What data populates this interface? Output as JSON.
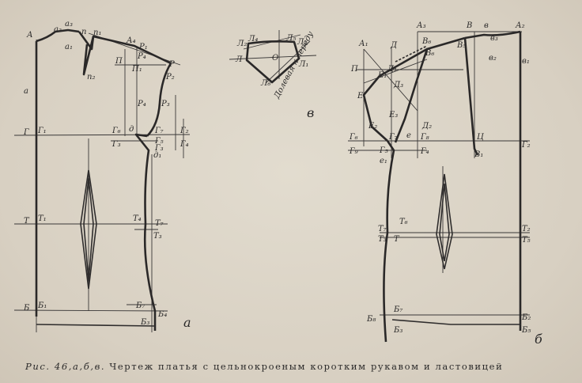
{
  "caption": {
    "prefix": "Рис. 46,а,б,в.",
    "text": "Чертеж платья с цельнокроеным коротким рукавом и ластовицей"
  },
  "panel_letters": {
    "a": "а",
    "b": "б",
    "v": "в"
  },
  "labels_a": {
    "A": "А",
    "a2": "а₂",
    "a3": "а₃",
    "n": "п",
    "n1": "п₁",
    "a1": "а₁",
    "n2": "п₂",
    "A4": "А₄",
    "P1": "Р₁",
    "P4top": "Р₄",
    "P": "Р",
    "P2": "Р₂",
    "Pi": "П",
    "Pi1": "П₁",
    "a": "а",
    "P4": "Р₄",
    "P3": "Р₃",
    "G": "Г",
    "G1": "Г₁",
    "G6": "Г₆",
    "d": "д",
    "G7": "Г₇",
    "G2": "Г₂",
    "G3": "Г₃",
    "G5": "Г₅",
    "G4": "Г₄",
    "G3b": "Г₃",
    "d1": "д₁",
    "T": "Т",
    "T1": "Т₁",
    "T4": "Т₄",
    "T7": "Т₇",
    "T3": "Т₃",
    "B": "Б",
    "B1": "Б₁",
    "B7": "Б₇",
    "B4": "Б₄",
    "B3": "Б₃"
  },
  "labels_v": {
    "L4": "Л₄",
    "L5": "Л₅",
    "L2": "Л₂",
    "L3": "Л₃",
    "L": "Л",
    "O": "О",
    "L1": "Л₁",
    "L6": "Л₆",
    "note": "Долевая к переду"
  },
  "labels_b": {
    "A1": "А₁",
    "A3": "А₃",
    "V": "В",
    "v": "в",
    "A2": "А₂",
    "D": "Д",
    "V6": "В₆",
    "v3": "в₃",
    "V5": "В₅",
    "V6b": "В₆",
    "v2": "в₂",
    "v1": "в₁",
    "P": "П",
    "E1": "Е₁",
    "D1": "Д₁",
    "D3": "Д₃",
    "E": "Е",
    "E3": "Е₃",
    "D2": "Д₂",
    "E2": "Е₂",
    "G6": "Г₆",
    "G7": "Г₇",
    "e": "е",
    "G8": "Г₈",
    "Ts": "Ц",
    "G2": "Г₂",
    "G9": "Г₉",
    "G5": "Г₅",
    "G4": "Г₄",
    "V1": "В₁",
    "e1": "е₁",
    "T7": "Т₇",
    "T6": "Т₆",
    "T2": "Т₂",
    "T3": "Т₃",
    "T": "Т",
    "T5": "Т₅",
    "B8": "Б₈",
    "B7": "Б₇",
    "B2": "Б₂",
    "B3": "Б₃",
    "B5": "Б₅"
  }
}
